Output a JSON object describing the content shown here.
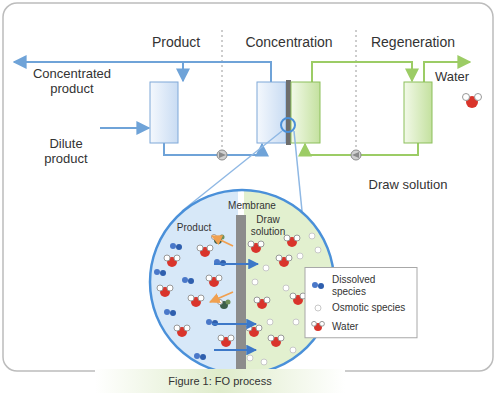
{
  "diagram": {
    "caption": "Figure 1: FO process",
    "labels": [
      "Product",
      "Concentration",
      "Regeneration",
      "Water",
      "Concentrated product",
      "Dilute product",
      "Membrane",
      "Product",
      "Draw solution",
      "Draw solution"
    ],
    "legend": [
      {
        "text": "Dissolved species"
      },
      {
        "text": "Osmotic species"
      },
      {
        "text": "Water"
      }
    ]
  }
}
